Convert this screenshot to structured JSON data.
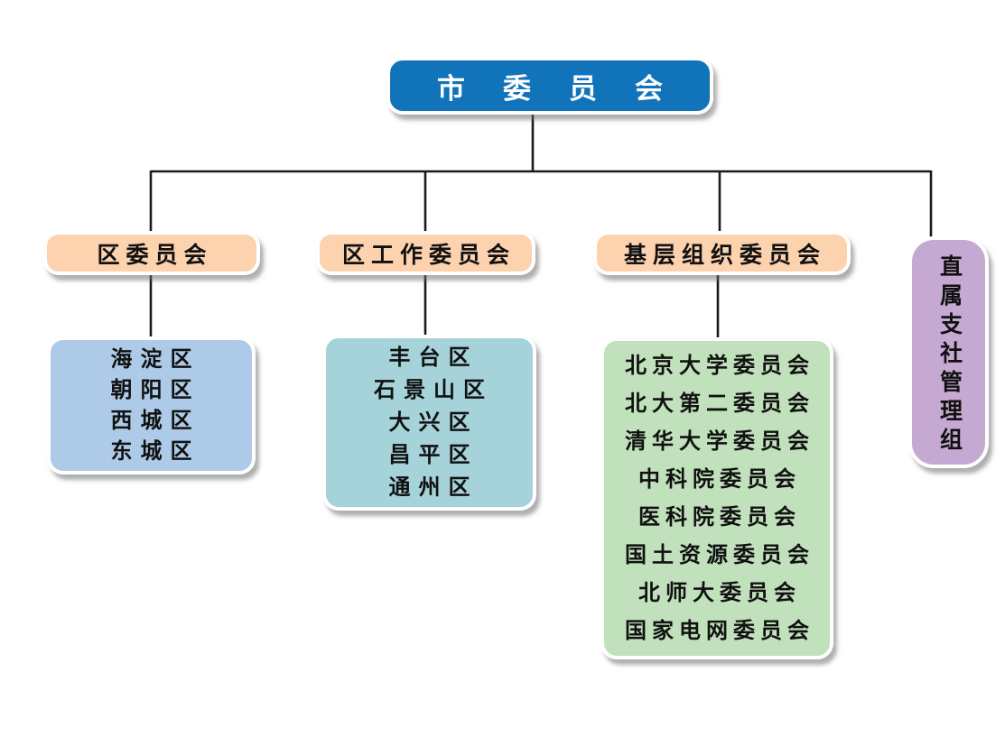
{
  "title": {
    "label": "市委员会"
  },
  "branches": [
    {
      "header": "区委员会",
      "items": [
        "海淀区",
        "朝阳区",
        "西城区",
        "东城区"
      ]
    },
    {
      "header": "区工作委员会",
      "items": [
        "丰台区",
        "石景山区",
        "大兴区",
        "昌平区",
        "通州区"
      ]
    },
    {
      "header": "基层组织委员会",
      "items": [
        "北京大学委员会",
        "北大第二委员会",
        "清华大学委员会",
        "中科院委员会",
        "医科院委员会",
        "国土资源委员会",
        "北师大委员会",
        "国家电网委员会"
      ]
    },
    {
      "header": "直属支社管理组",
      "items": []
    }
  ],
  "colors": {
    "root_bg": "#1173b9",
    "root_text": "#ffffff",
    "header_bg": "#fdd2ae",
    "panel_districts_bg": "#adcbe9",
    "panel_work_districts_bg": "#a5d3d9",
    "panel_grassroots_bg": "#c0e1bb",
    "direct_branch_bg": "#c6a9d3",
    "connector_line": "#1a1a1a",
    "text": "#111111"
  }
}
